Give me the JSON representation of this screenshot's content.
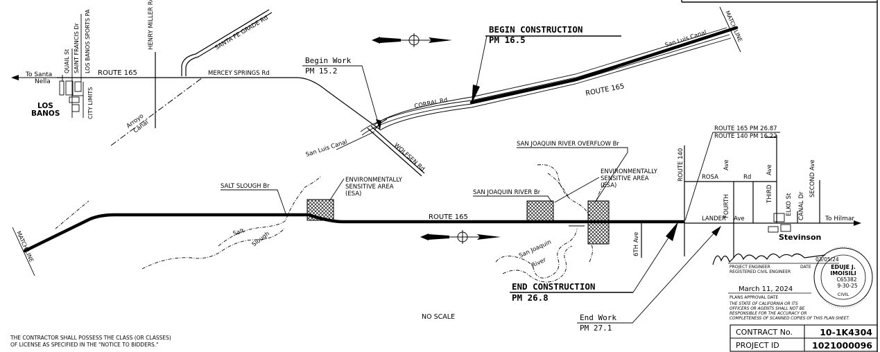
{
  "locations": {
    "to_santa_nella": [
      "To Santa",
      "Nella"
    ],
    "los_banos": [
      "LOS",
      "BANOS"
    ],
    "stevinson": "Stevinson",
    "to_hilmar": "To Hilmar"
  },
  "streets": {
    "quail_st": "QUAIL St",
    "saint_francis": "SAINT FRANCIS Dr",
    "los_banos_sports": "LOS BANOS SPORTS PA",
    "city_limits": "CITY LIMITS",
    "route_165_west": "ROUTE 165",
    "henry_miller": "HENRY MILLER Rd",
    "santa_fe_grade": "SANTA FE GRADE Rd",
    "mercey_springs": "MERCEY SPRINGS Rd",
    "arroyo_canal": [
      "Arroyo",
      "Canal"
    ],
    "corral_rd": "CORRAL Rd",
    "san_luis_canal_ne": "San Luis Canal",
    "san_luis_canal_sw": "San Luis Canal",
    "wolfsen_rd": "WOLFSEN Rd",
    "route_165_ne": "ROUTE 165",
    "route_165_south": "ROUTE 165",
    "route_140": "ROUTE 140",
    "rosa_rd": [
      "ROSA",
      "Rd"
    ],
    "fourth_ave": "FOURTH",
    "third_ave": "THIRD",
    "second_ave": "SECOND",
    "ave_labels": [
      "Ave",
      "Ave",
      "Ave"
    ],
    "elko_st": "ELKO St",
    "canal_dr": "CANAL Dr",
    "lander_ave": [
      "LANDER",
      "Ave"
    ],
    "sixth_ave": "6TH Ave",
    "salt_slough_river": [
      "Salt",
      "Slough"
    ],
    "san_joaquin_river": [
      "San Joaquin",
      "River"
    ]
  },
  "match_lines": {
    "top_right": "MATCH LINE",
    "bottom_left": "MATCH LINE"
  },
  "callouts": {
    "begin_work": {
      "label": "Begin Work",
      "pm": "PM 15.2"
    },
    "begin_construction": {
      "label": "BEGIN CONSTRUCTION",
      "pm": "PM 16.5"
    },
    "end_construction": {
      "label": "END CONSTRUCTION",
      "pm": "PM 26.8"
    },
    "end_work": {
      "label": "End Work",
      "pm": "PM 27.1"
    },
    "route_pm": [
      "ROUTE 165 PM 26.87",
      "ROUTE 140 PM 16.22"
    ]
  },
  "features": {
    "salt_slough_br": "SALT SLOUGH Br",
    "san_joaquin_river_br": "SAN JOAQUIN RIVER Br",
    "overflow_br": "SAN JOAQUIN RIVER OVERFLOW Br",
    "esa_left": [
      "ENVIRONMENTALLY",
      "SENSITIVE AREA",
      "(ESA)"
    ],
    "esa_right": [
      "ENVIRONMENTALLY",
      "SENSITIVE AREA",
      "(ESA)"
    ]
  },
  "scale_note": "NO SCALE",
  "contractor_note": [
    "THE CONTRACTOR SHALL POSSESS THE CLASS (OR CLASSES)",
    "OF LICENSE AS SPECIFIED IN THE \"NOTICE TO BIDDERS.\""
  ],
  "signature_block": {
    "date": "03/05/24",
    "date_label": "DATE",
    "role": [
      "PROJECT ENGINEER",
      "REGISTERED CIVIL ENGINEER"
    ],
    "approval_date": "March 11, 2024",
    "approval_label": "PLANS APPROVAL DATE",
    "disclaimer": [
      "THE STATE OF CALIFORNIA OR ITS",
      "OFFICERS OR AGENTS SHALL NOT BE",
      "RESPONSIBLE FOR THE ACCURACY OR",
      "COMPLETENESS OF SCANNED COPIES OF THIS PLAN SHEET."
    ]
  },
  "seal": {
    "name": [
      "EDUJE J.",
      "IMOISILI"
    ],
    "number": "C65382",
    "exp": "9-30-25",
    "discipline": "CIVIL"
  },
  "title_block": {
    "contract_label": "CONTRACT No.",
    "contract_value": "10-1K4304",
    "project_label": "PROJECT ID",
    "project_value": "1021000096"
  }
}
